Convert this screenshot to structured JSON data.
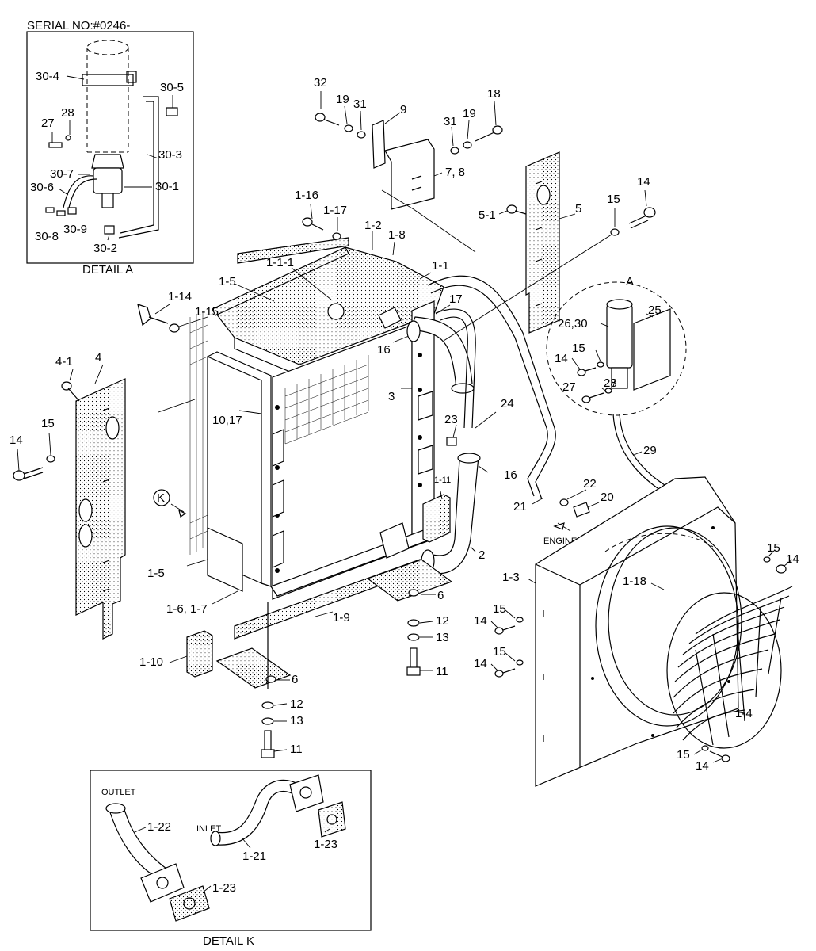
{
  "diagram": {
    "serial_note": "SERIAL NO:#0246-",
    "detail_a_caption": "DETAIL A",
    "detail_k_caption": "DETAIL K",
    "callout_a": "A",
    "view_k": "K",
    "engine_label": "ENGINE",
    "outlet_label": "OUTLET",
    "inlet_label": "INLET"
  },
  "parts": {
    "p30_4": "30-4",
    "p30_5": "30-5",
    "p28a": "28",
    "p27a": "27",
    "p30_3": "30-3",
    "p30_7": "30-7",
    "p30_6": "30-6",
    "p30_1": "30-1",
    "p30_8": "30-8",
    "p30_9": "30-9",
    "p30_2": "30-2",
    "p32": "32",
    "p19a": "19",
    "p31a": "31",
    "p9": "9",
    "p31b": "31",
    "p19b": "19",
    "p18": "18",
    "p7_8": "7, 8",
    "p1_16": "1-16",
    "p1_17": "1-17",
    "p1_2": "1-2",
    "p1_8": "1-8",
    "p1_1_1": "1-1-1",
    "p1_1": "1-1",
    "p1_5a": "1-5",
    "p1_14": "1-14",
    "p1_15": "1-15",
    "p17": "17",
    "p16a": "16",
    "p3": "3",
    "p10_17": "10,17",
    "p23": "23",
    "p24": "24",
    "p16b": "16",
    "p1_11": "1-11",
    "p2": "2",
    "p21": "21",
    "p22": "22",
    "p20": "20",
    "p4_1": "4-1",
    "p4": "4",
    "p15a": "15",
    "p14a": "14",
    "p1_5b": "1-5",
    "p1_6_7": "1-6, 1-7",
    "p1_9": "1-9",
    "p1_10": "1-10",
    "p6a": "6",
    "p12a": "12",
    "p13a": "13",
    "p11a": "11",
    "p6b": "6",
    "p12b": "12",
    "p13b": "13",
    "p11b": "11",
    "p5_1": "5-1",
    "p5": "5",
    "p15b": "15",
    "p14b": "14",
    "p25": "25",
    "p26_30": "26,30",
    "p15c": "15",
    "p14c": "14",
    "p27b": "27",
    "p28b": "28",
    "p29": "29",
    "p1_3": "1-3",
    "p1_18": "1-18",
    "p15d": "15",
    "p14d": "14",
    "p15e": "15",
    "p14e": "14",
    "p15f": "15",
    "p14f": "14",
    "p1_4": "1-4",
    "p15g": "15",
    "p14g": "14",
    "p1_22": "1-22",
    "p1_21": "1-21",
    "p1_23a": "1-23",
    "p1_23b": "1-23"
  }
}
